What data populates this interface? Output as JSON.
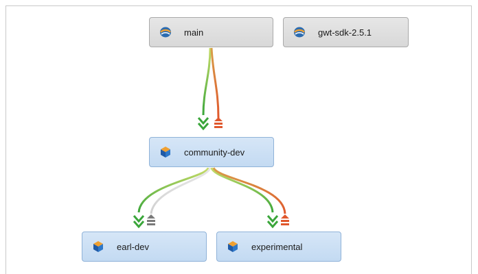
{
  "depots": [
    {
      "label": "main",
      "icon": "depot-icon"
    },
    {
      "label": "gwt-sdk-2.5.1",
      "icon": "depot-icon"
    }
  ],
  "streams": [
    {
      "label": "community-dev",
      "icon": "stream-icon"
    },
    {
      "label": "earl-dev",
      "icon": "stream-icon"
    },
    {
      "label": "experimental",
      "icon": "stream-icon"
    }
  ],
  "colors": {
    "merge_down_green": "#3aa63a",
    "light_green_curve": "#b7d35a",
    "copy_up_orange": "#e0672c",
    "idle_gray": "#7a7a7a",
    "stream_fill": "#c9ddf3",
    "depot_fill": "#dcdcdc"
  }
}
